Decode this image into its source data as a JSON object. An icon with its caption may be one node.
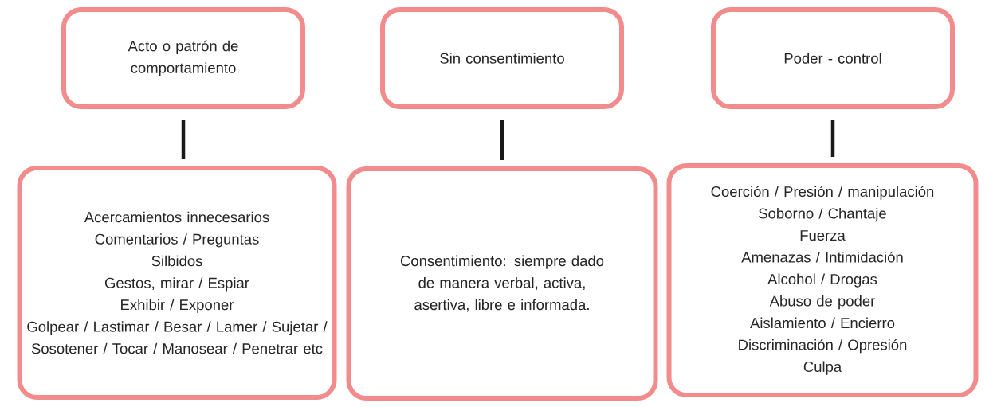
{
  "diagram": {
    "nodes": [
      {
        "text": [
          "Acto o patrón de comportamiento"
        ]
      },
      {
        "text": [
          "Sin consentimiento"
        ]
      },
      {
        "text": [
          "Poder - control"
        ]
      },
      {
        "text": [
          "Acercamientos innecesarios",
          "Comentarios / Preguntas",
          "Silbidos",
          "Gestos, mirar / Espiar",
          "Exhibir / Exponer",
          "Golpear / Lastimar / Besar / Lamer / Sujetar / Sosotener / Tocar / Manosear / Penetrar etc"
        ]
      },
      {
        "text": [
          "Consentimiento: siempre dado de manera verbal, activa, asertiva, libre e informada."
        ]
      },
      {
        "text": [
          "Coerción / Presión / manipulación",
          "Soborno / Chantaje",
          "Fuerza",
          "Amenazas / Intimidación",
          "Alcohol / Drogas",
          "Abuso de poder",
          "Aislamiento / Encierro",
          "Discriminación / Opresión",
          "Culpa"
        ]
      }
    ],
    "edges": [
      {
        "from": 0,
        "to": 3,
        "arrow": "none"
      },
      {
        "from": 1,
        "to": 4,
        "arrow": "none"
      },
      {
        "from": 2,
        "to": 5,
        "arrow": "none"
      }
    ]
  }
}
